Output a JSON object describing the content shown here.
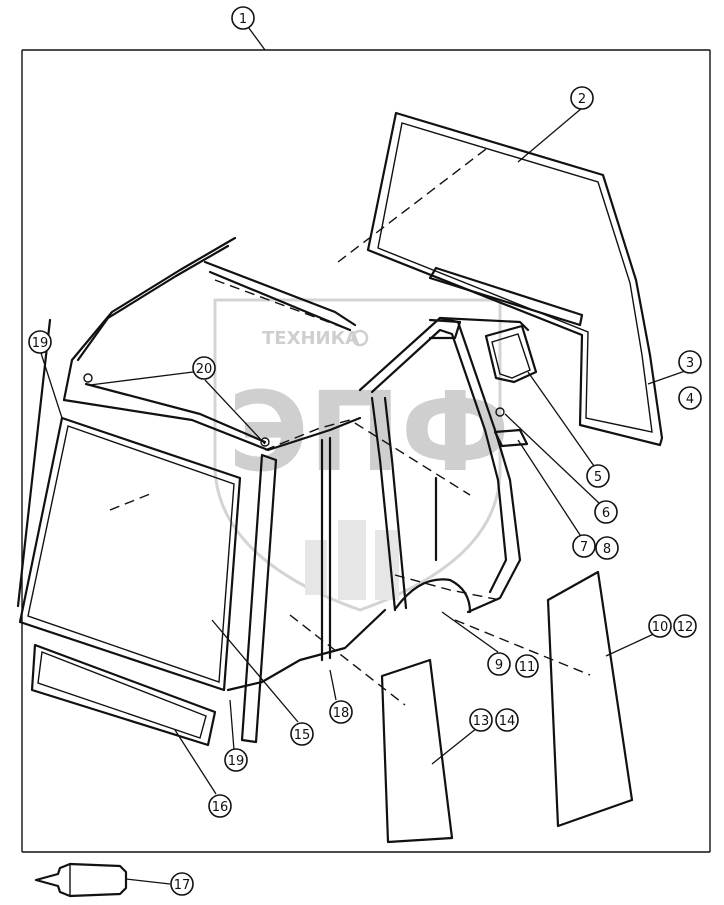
{
  "watermark": {
    "brand_top": "ТЕХНИКА",
    "brand_bottom": "ЭПФ",
    "color": "#cccccc"
  },
  "callouts": [
    "1",
    "2",
    "3",
    "4",
    "5",
    "6",
    "7",
    "8",
    "9",
    "10",
    "11",
    "12",
    "13",
    "14",
    "15",
    "16",
    "17",
    "18",
    "19",
    "20"
  ],
  "ink_color": "#111111"
}
